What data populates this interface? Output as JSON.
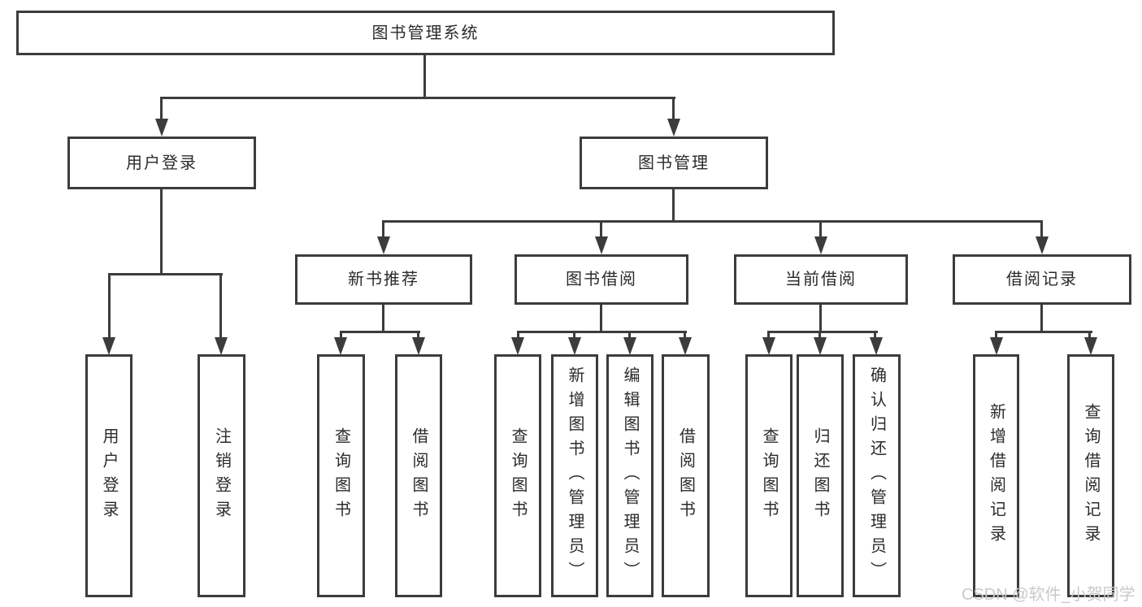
{
  "diagram": {
    "root": "图书管理系统",
    "user_login": {
      "label": "用户登录",
      "children": [
        "用户登录",
        "注销登录"
      ]
    },
    "book_mgmt": {
      "label": "图书管理",
      "sections": [
        {
          "label": "新书推荐",
          "children": [
            "查询图书",
            "借阅图书"
          ]
        },
        {
          "label": "图书借阅",
          "children": [
            "查询图书",
            "新增图书（管理员）",
            "编辑图书（管理员）",
            "借阅图书"
          ]
        },
        {
          "label": "当前借阅",
          "children": [
            "查询图书",
            "归还图书",
            "确认归还（管理员）"
          ]
        },
        {
          "label": "借阅记录",
          "children": [
            "新增借阅记录",
            "查询借阅记录"
          ]
        }
      ]
    }
  },
  "watermark": "CSDN @软件_小贺同学",
  "colors": {
    "line": "#3c3c3c",
    "text": "#2b2b2b",
    "watermark": "#c9c9c9",
    "background": "#ffffff"
  }
}
